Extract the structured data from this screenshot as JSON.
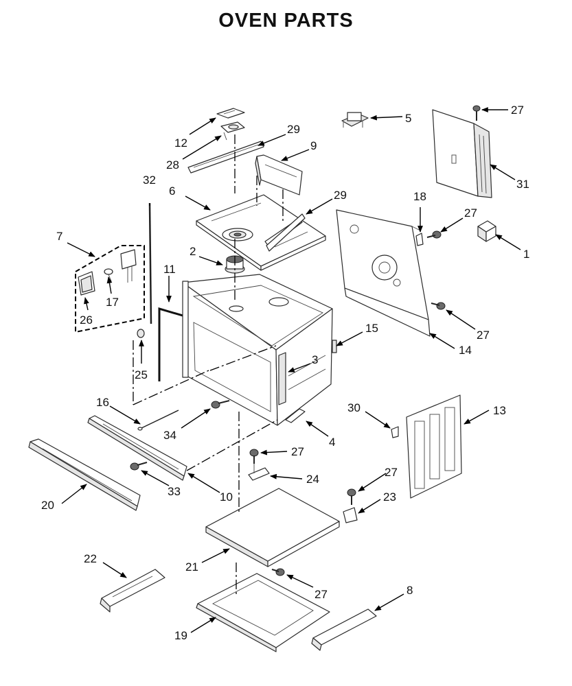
{
  "title": "OVEN PARTS",
  "callouts": {
    "c1": "1",
    "c2": "2",
    "c3": "3",
    "c4": "4",
    "c5": "5",
    "c6": "6",
    "c7": "7",
    "c8": "8",
    "c9": "9",
    "c10": "10",
    "c11": "11",
    "c12": "12",
    "c13": "13",
    "c14": "14",
    "c15": "15",
    "c16": "16",
    "c17": "17",
    "c18": "18",
    "c19": "19",
    "c20": "20",
    "c21": "21",
    "c22": "22",
    "c23": "23",
    "c24": "24",
    "c25": "25",
    "c26": "26",
    "c27a": "27",
    "c27b": "27",
    "c27c": "27",
    "c27d": "27",
    "c27e": "27",
    "c27f": "27",
    "c28": "28",
    "c29a": "29",
    "c29b": "29",
    "c30": "30",
    "c31": "31",
    "c32": "32",
    "c33": "33",
    "c34": "34"
  }
}
